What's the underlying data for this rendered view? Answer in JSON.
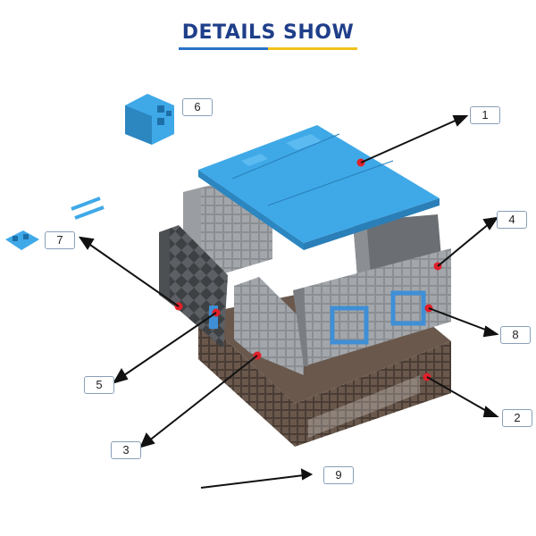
{
  "title": "DETAILS SHOW",
  "colors": {
    "title": "#1f3f8a",
    "rule_blue": "#2a73c8",
    "rule_yellow": "#f2c21b",
    "part_blue": "#3fa9e8",
    "part_gray": "#8b8f93",
    "base_brown": "#5a4b42",
    "marker_red": "#e0202a"
  },
  "callouts": [
    {
      "id": "1",
      "label": "1"
    },
    {
      "id": "2",
      "label": "2"
    },
    {
      "id": "3",
      "label": "3"
    },
    {
      "id": "4",
      "label": "4"
    },
    {
      "id": "5",
      "label": "5"
    },
    {
      "id": "6",
      "label": "6"
    },
    {
      "id": "7",
      "label": "7"
    },
    {
      "id": "8",
      "label": "8"
    },
    {
      "id": "9",
      "label": "9"
    }
  ]
}
